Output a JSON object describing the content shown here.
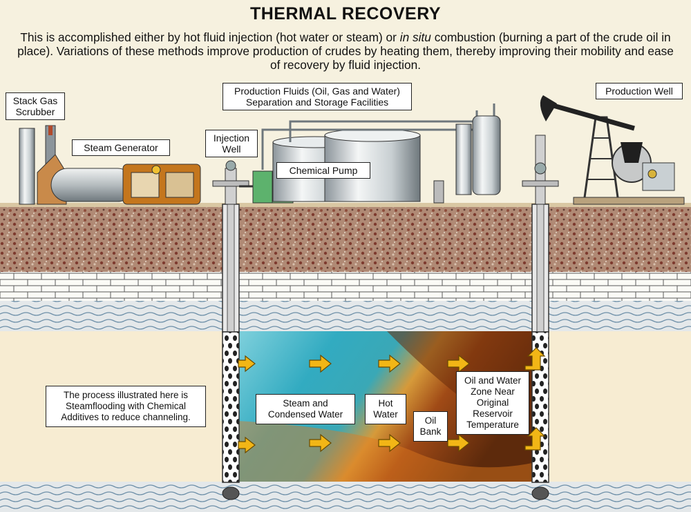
{
  "title": "THERMAL RECOVERY",
  "intro": {
    "text_before": "This is accomplished either by hot fluid injection (hot water or steam) or ",
    "text_italic": "in situ",
    "text_after": " combustion (burning a part of the crude oil in place). Variations of these methods improve production of crudes by heating them, thereby improving their mobility and ease of recovery by fluid injection."
  },
  "labels": {
    "stack_gas_scrubber": "Stack Gas Scrubber",
    "steam_generator": "Steam Generator",
    "injection_well": "Injection Well",
    "production_fluids": "Production Fluids (Oil, Gas and Water) Separation and Storage Facilities",
    "chemical_pump": "Chemical Pump",
    "production_well": "Production Well",
    "process_note": "The process illustrated here is Steamflooding with Chemical Additives to reduce channeling.",
    "steam_zone": "Steam and Condensed Water",
    "hot_water": "Hot Water",
    "oil_bank": "Oil Bank",
    "oil_water_zone": "Oil and Water Zone Near Original Reservoir Temperature"
  },
  "colors": {
    "background": "#f6f1df",
    "soil": "#a57c68",
    "brick": "#ffffff",
    "steam": "#3cb3c6",
    "oil": "#7a3f13",
    "arrow": "#f2b616"
  }
}
